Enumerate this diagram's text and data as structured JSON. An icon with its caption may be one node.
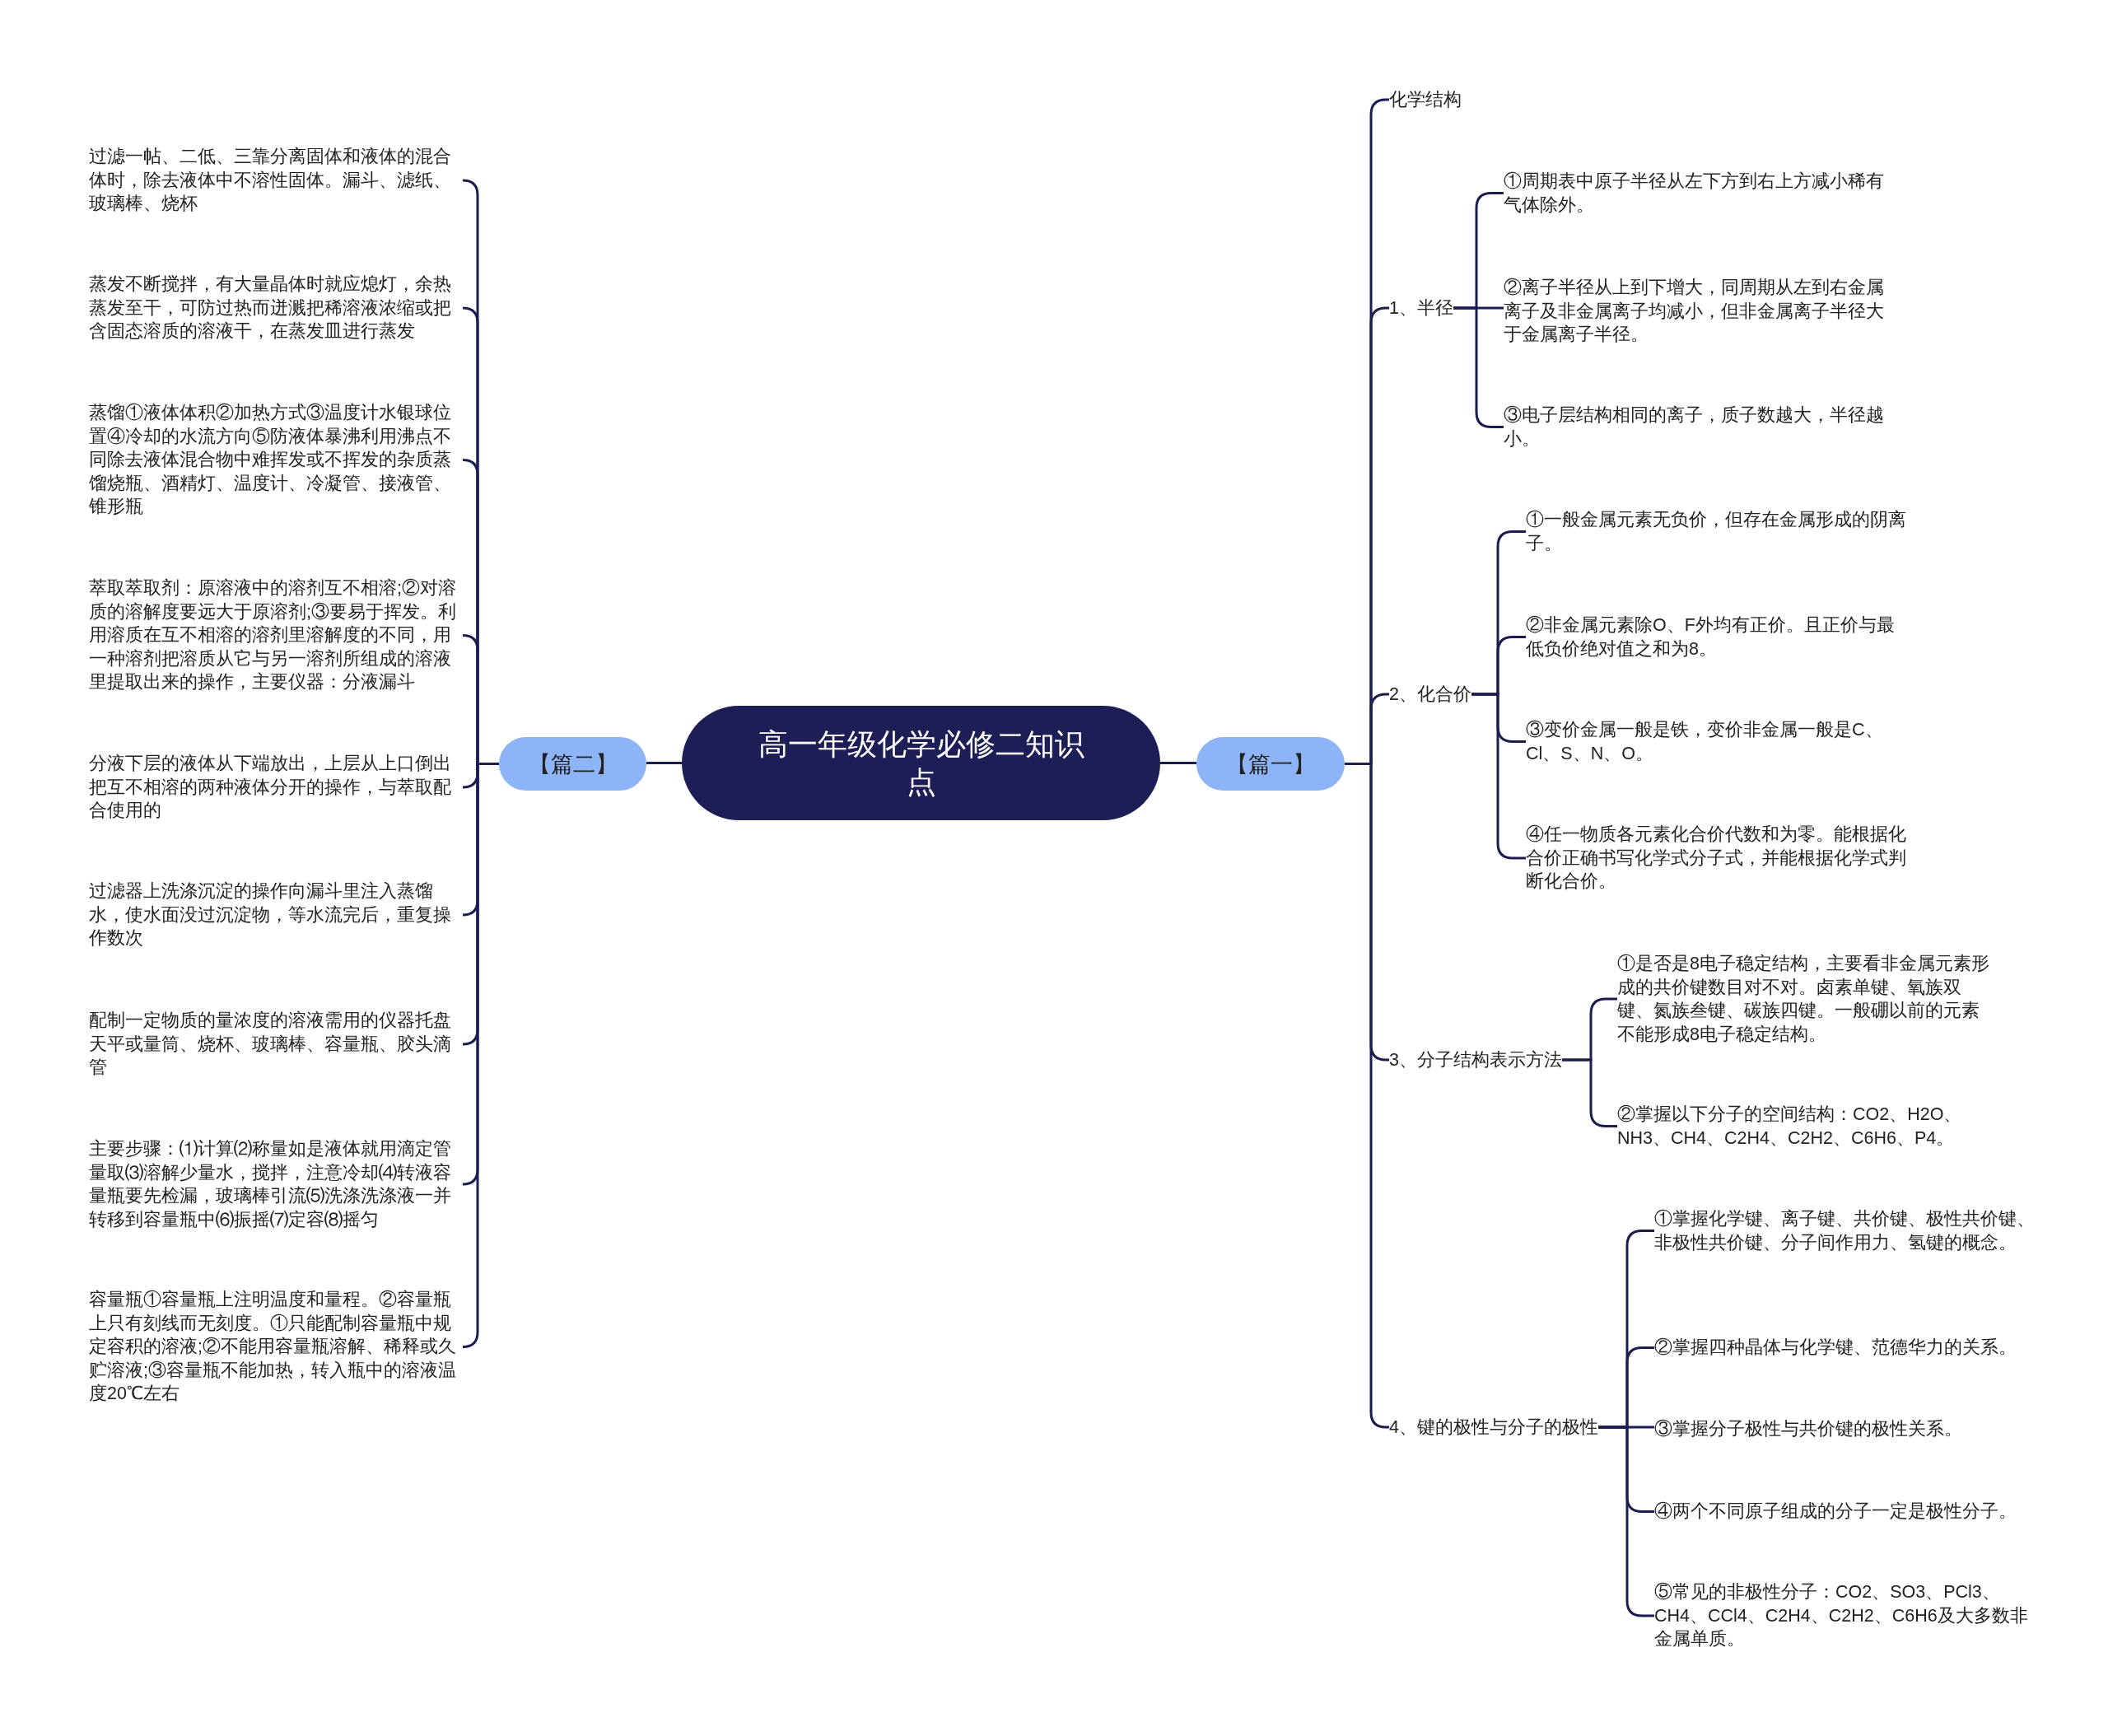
{
  "diagram": {
    "nodes": [
      {
        "text": [
          "高一年级化学必修二知识点"
        ]
      },
      {
        "text": [
          "【篇二】"
        ]
      },
      {
        "text": [
          "过滤一帖、二低、三靠分离固体和液体的混合体时，除去液体中不溶性固体。漏斗、滤纸、玻璃棒、烧杯"
        ]
      },
      {
        "text": [
          "蒸发不断搅拌，有大量晶体时就应熄灯，余热蒸发至干，可防过热而迸溅把稀溶液浓缩或把含固态溶质的溶液干，在蒸发皿进行蒸发"
        ]
      },
      {
        "text": [
          "蒸馏①液体体积②加热方式③温度计水银球位置④冷却的水流方向⑤防液体暴沸利用沸点不同除去液体混合物中难挥发或不挥发的杂质蒸馏烧瓶、酒精灯、温度计、冷凝管、接液管、锥形瓶"
        ]
      },
      {
        "text": [
          "萃取萃取剂：原溶液中的溶剂互不相溶;②对溶质的溶解度要远大于原溶剂;③要易于挥发。利用溶质在互不相溶的溶剂里溶解度的不同，用一种溶剂把溶质从它与另一溶剂所组成的溶液里提取出来的操作，主要仪器：分液漏斗"
        ]
      },
      {
        "text": [
          "分液下层的液体从下端放出，上层从上口倒出把互不相溶的两种液体分开的操作，与萃取配合使用的"
        ]
      },
      {
        "text": [
          "过滤器上洗涤沉淀的操作向漏斗里注入蒸馏水，使水面没过沉淀物，等水流完后，重复操作数次"
        ]
      },
      {
        "text": [
          "配制一定物质的量浓度的溶液需用的仪器托盘天平或量筒、烧杯、玻璃棒、容量瓶、胶头滴管"
        ]
      },
      {
        "text": [
          "主要步骤：⑴计算⑵称量如是液体就用滴定管量取⑶溶解少量水，搅拌，注意冷却⑷转液容量瓶要先检漏，玻璃棒引流⑸洗涤洗涤液一并转移到容量瓶中⑹振摇⑺定容⑻摇匀"
        ]
      },
      {
        "text": [
          "容量瓶①容量瓶上注明温度和量程。②容量瓶上只有刻线而无刻度。①只能配制容量瓶中规定容积的溶液;②不能用容量瓶溶解、稀释或久贮溶液;③容量瓶不能加热，转入瓶中的溶液温度20℃左右"
        ]
      },
      {
        "text": [
          "【篇一】"
        ]
      },
      {
        "text": [
          "化学结构"
        ]
      },
      {
        "text": [
          "1、半径"
        ]
      },
      {
        "text": [
          "①周期表中原子半径从左下方到右上方减小稀有气体除外。"
        ]
      },
      {
        "text": [
          "②离子半径从上到下增大，同周期从左到右金属离子及非金属离子均减小，但非金属离子半径大于金属离子半径。"
        ]
      },
      {
        "text": [
          "③电子层结构相同的离子，质子数越大，半径越小。"
        ]
      },
      {
        "text": [
          "2、化合价"
        ]
      },
      {
        "text": [
          "①一般金属元素无负价，但存在金属形成的阴离子。"
        ]
      },
      {
        "text": [
          "②非金属元素除O、F外均有正价。且正价与最低负价绝对值之和为8。"
        ]
      },
      {
        "text": [
          "③变价金属一般是铁，变价非金属一般是C、Cl、S、N、O。"
        ]
      },
      {
        "text": [
          "④任一物质各元素化合价代数和为零。能根据化合价正确书写化学式分子式，并能根据化学式判断化合价。"
        ]
      },
      {
        "text": [
          "3、分子结构表示方法"
        ]
      },
      {
        "text": [
          "①是否是8电子稳定结构，主要看非金属元素形成的共价键数目对不对。卤素单键、氧族双键、氮族叁键、碳族四键。一般硼以前的元素不能形成8电子稳定结构。"
        ]
      },
      {
        "text": [
          "②掌握以下分子的空间结构：CO2、H2O、NH3、CH4、C2H4、C2H2、C6H6、P4。"
        ]
      },
      {
        "text": [
          "4、键的极性与分子的极性"
        ]
      },
      {
        "text": [
          "①掌握化学键、离子键、共价键、极性共价键、非极性共价键、分子间作用力、氢键的概念。"
        ]
      },
      {
        "text": [
          "②掌握四种晶体与化学键、范德华力的关系。"
        ]
      },
      {
        "text": [
          "③掌握分子极性与共价键的极性关系。"
        ]
      },
      {
        "text": [
          "④两个不同原子组成的分子一定是极性分子。"
        ]
      },
      {
        "text": [
          "⑤常见的非极性分子：CO2、SO3、PCl3、CH4、CCl4、C2H4、C2H2、C6H6及大多数非金属单质。"
        ]
      }
    ],
    "edges": [
      {
        "from": 0,
        "to": 1,
        "arrow": "none"
      },
      {
        "from": 1,
        "to": 2,
        "arrow": "none"
      },
      {
        "from": 1,
        "to": 3,
        "arrow": "none"
      },
      {
        "from": 1,
        "to": 4,
        "arrow": "none"
      },
      {
        "from": 1,
        "to": 5,
        "arrow": "none"
      },
      {
        "from": 1,
        "to": 6,
        "arrow": "none"
      },
      {
        "from": 1,
        "to": 7,
        "arrow": "none"
      },
      {
        "from": 1,
        "to": 8,
        "arrow": "none"
      },
      {
        "from": 1,
        "to": 9,
        "arrow": "none"
      },
      {
        "from": 1,
        "to": 10,
        "arrow": "none"
      },
      {
        "from": 0,
        "to": 11,
        "arrow": "none"
      },
      {
        "from": 11,
        "to": 12,
        "arrow": "none"
      },
      {
        "from": 11,
        "to": 13,
        "arrow": "none"
      },
      {
        "from": 13,
        "to": 14,
        "arrow": "none"
      },
      {
        "from": 13,
        "to": 15,
        "arrow": "none"
      },
      {
        "from": 13,
        "to": 16,
        "arrow": "none"
      },
      {
        "from": 11,
        "to": 17,
        "arrow": "none"
      },
      {
        "from": 17,
        "to": 18,
        "arrow": "none"
      },
      {
        "from": 17,
        "to": 19,
        "arrow": "none"
      },
      {
        "from": 17,
        "to": 20,
        "arrow": "none"
      },
      {
        "from": 17,
        "to": 21,
        "arrow": "none"
      },
      {
        "from": 11,
        "to": 22,
        "arrow": "none"
      },
      {
        "from": 22,
        "to": 23,
        "arrow": "none"
      },
      {
        "from": 22,
        "to": 24,
        "arrow": "none"
      },
      {
        "from": 11,
        "to": 25,
        "arrow": "none"
      },
      {
        "from": 25,
        "to": 26,
        "arrow": "none"
      },
      {
        "from": 25,
        "to": 27,
        "arrow": "none"
      },
      {
        "from": 25,
        "to": 28,
        "arrow": "none"
      },
      {
        "from": 25,
        "to": 29,
        "arrow": "none"
      },
      {
        "from": 25,
        "to": 30,
        "arrow": "none"
      }
    ]
  }
}
